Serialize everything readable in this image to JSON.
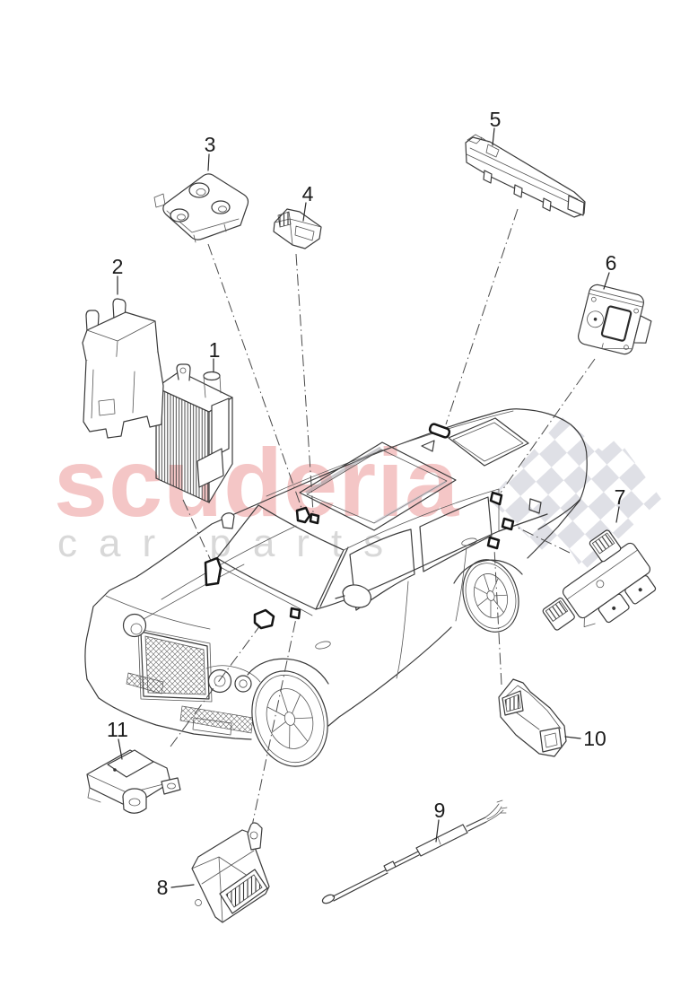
{
  "watermark": {
    "brand": "scuderia",
    "tagline": "car parts",
    "brand_color": "#f4c6c6",
    "tagline_color": "#d8d8d8",
    "checker_color": "#dfe0e6"
  },
  "diagram": {
    "line_color": "#3a3a3a",
    "vehicle": "suv-line-drawing",
    "parts": [
      {
        "number": "1"
      },
      {
        "number": "2"
      },
      {
        "number": "3"
      },
      {
        "number": "4"
      },
      {
        "number": "5"
      },
      {
        "number": "6"
      },
      {
        "number": "7"
      },
      {
        "number": "8"
      },
      {
        "number": "9"
      },
      {
        "number": "10"
      },
      {
        "number": "11"
      }
    ]
  }
}
